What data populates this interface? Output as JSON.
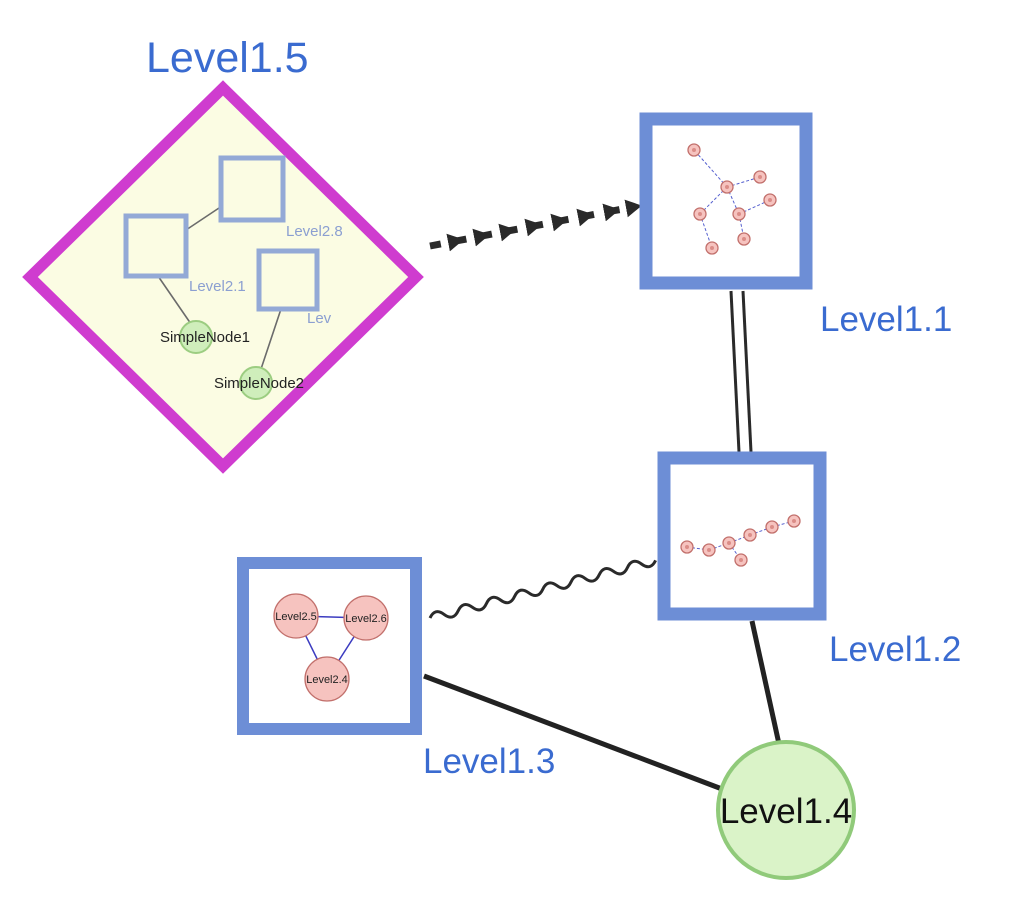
{
  "nodes": {
    "level15": {
      "label": "Level1.5",
      "type": "group-diamond"
    },
    "level11": {
      "label": "Level1.1",
      "type": "group-square"
    },
    "level12": {
      "label": "Level1.2",
      "type": "group-square"
    },
    "level13": {
      "label": "Level1.3",
      "type": "group-square"
    },
    "level14": {
      "label": "Level1.4",
      "type": "circle-node"
    }
  },
  "level15_children": {
    "level28": {
      "label": "Level2.8"
    },
    "level21": {
      "label": "Level2.1"
    },
    "lev": {
      "label": "Lev"
    },
    "simplenode1": {
      "label": "SimpleNode1"
    },
    "simplenode2": {
      "label": "SimpleNode2"
    }
  },
  "level13_children": {
    "level25": {
      "label": "Level2.5"
    },
    "level26": {
      "label": "Level2.6"
    },
    "level24": {
      "label": "Level2.4"
    }
  },
  "edges": [
    {
      "from": "Level1.5",
      "to": "Level1.1",
      "style": "bold-dashed-arrow"
    },
    {
      "from": "Level1.1",
      "to": "Level1.2",
      "style": "double-line"
    },
    {
      "from": "Level1.3",
      "to": "Level1.2",
      "style": "wavy"
    },
    {
      "from": "Level1.3",
      "to": "Level1.4",
      "style": "solid"
    },
    {
      "from": "Level1.2",
      "to": "Level1.4",
      "style": "solid"
    }
  ],
  "colors": {
    "label_blue": "#3a6bd0",
    "diamond_border": "#cf3ccf",
    "diamond_fill": "#fbfce3",
    "group_border_blue": "#6d8ed6",
    "inner_square_border": "#93a9d6",
    "green_node_fill": "#cfeebb",
    "green_node_border": "#9ccd81",
    "pink_node_fill": "#f6c3bf",
    "pink_node_border": "#c2706c",
    "edge_black": "#2a2a2a",
    "inner_edge_blue": "#5560cf"
  }
}
